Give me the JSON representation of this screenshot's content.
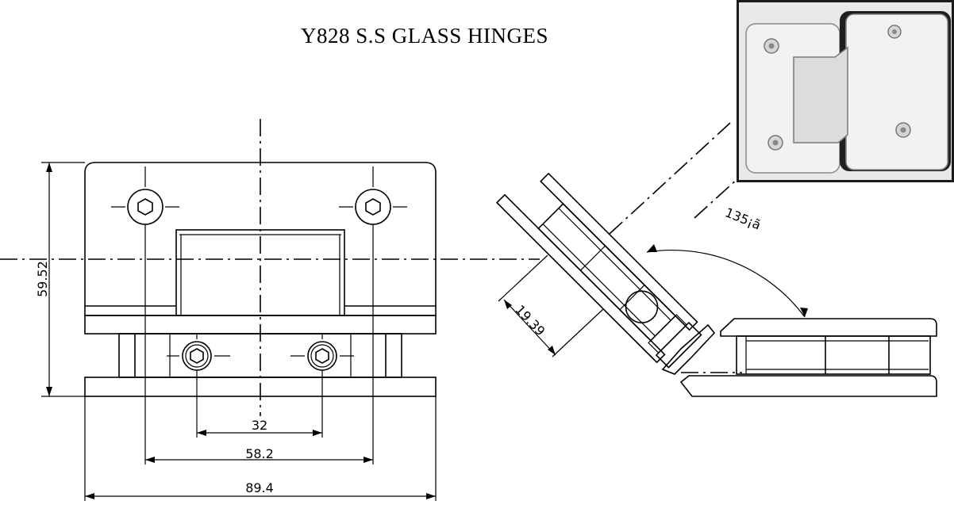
{
  "title": "Y828 S.S GLASS HINGES",
  "dimensions": {
    "height": "59.52",
    "screw_spacing_inner": "32",
    "screw_spacing_outer": "58.2",
    "overall_width": "89.4",
    "glass_offset": "19.39",
    "angle": "135¡ã"
  },
  "colors": {
    "line": "#000000",
    "background": "#ffffff",
    "photo_bg": "#1a1a1a"
  },
  "icons": {
    "photo": "hinge-photo-icon"
  }
}
